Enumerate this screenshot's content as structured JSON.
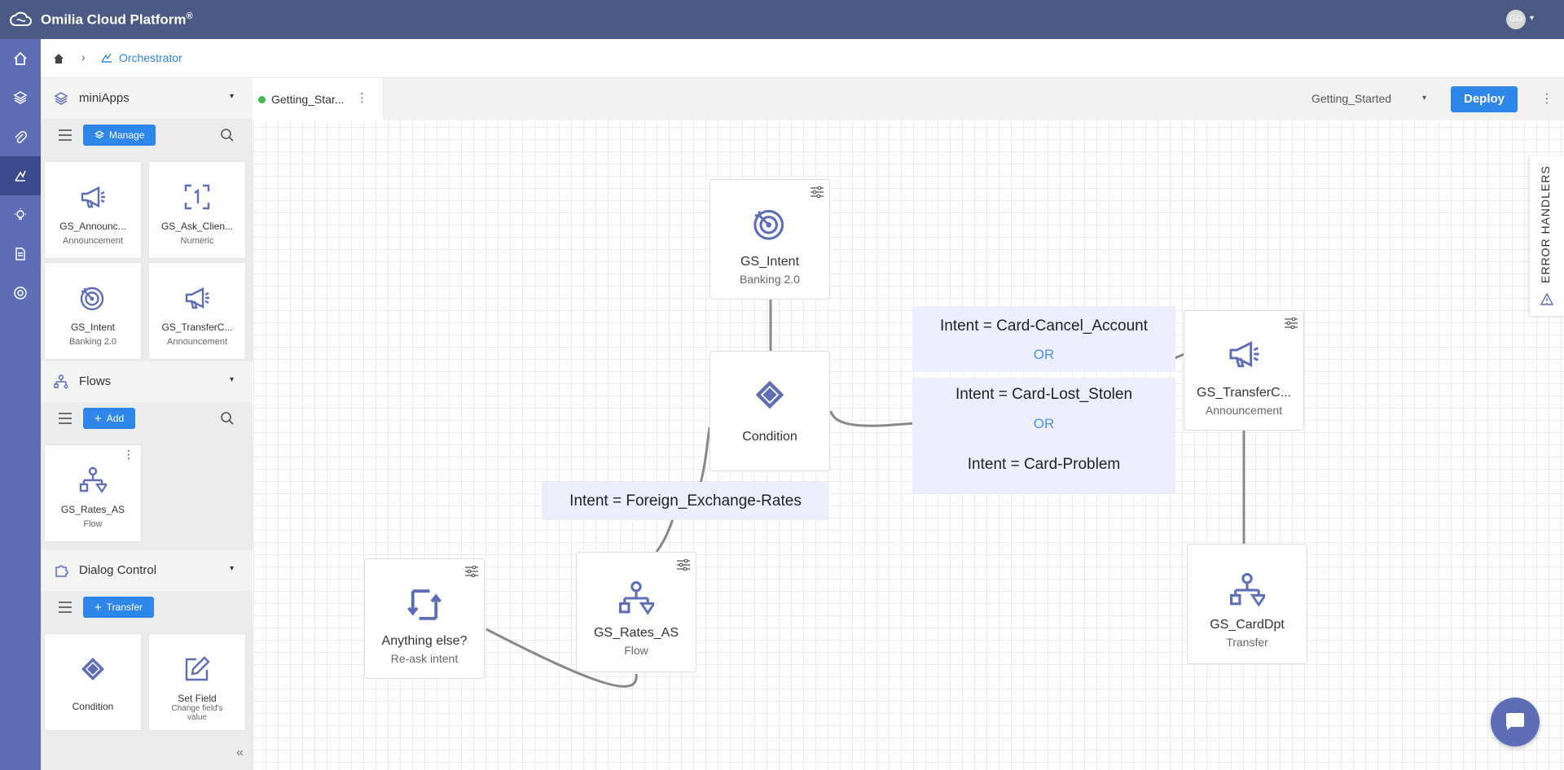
{
  "app": {
    "title": "Omilia Cloud Platform",
    "trademark": "®",
    "user_initials": "GO",
    "user_caret": "▾"
  },
  "breadcrumb": {
    "separator": "›",
    "current": "Orchestrator"
  },
  "rail": {
    "expand": "»"
  },
  "palette": {
    "collapse": "«",
    "miniapps": {
      "title": "miniApps",
      "caret": "▾",
      "button": "Manage",
      "tiles": [
        {
          "name": "GS_Announc...",
          "sub": "Announcement",
          "icon": "megaphone-icon"
        },
        {
          "name": "GS_Ask_Clien...",
          "sub": "Numeric",
          "icon": "numeric-icon"
        },
        {
          "name": "GS_Intent",
          "sub": "Banking 2.0",
          "icon": "target-icon"
        },
        {
          "name": "GS_TransferC...",
          "sub": "Announcement",
          "icon": "megaphone-icon"
        }
      ]
    },
    "flows": {
      "title": "Flows",
      "caret": "▾",
      "button": "Add",
      "tiles": [
        {
          "name": "GS_Rates_AS",
          "sub": "Flow",
          "icon": "flow-icon",
          "menu": "⋮"
        }
      ]
    },
    "dialog": {
      "title": "Dialog Control",
      "caret": "▾",
      "button": "Transfer",
      "tiles": [
        {
          "name": "Condition",
          "sub": "",
          "icon": "diamond-icon"
        },
        {
          "name": "Set Field",
          "sub": "Change field's value",
          "icon": "edit-icon"
        }
      ]
    }
  },
  "tabs": {
    "active": "Getting_Star...",
    "menu": "⋮"
  },
  "toolbar": {
    "flow_select": "Getting_Started",
    "flow_caret": "▾",
    "deploy": "Deploy",
    "menu": "⋮"
  },
  "error_handlers": {
    "label": "ERROR HANDLERS"
  },
  "nodes": {
    "intent": {
      "name": "GS_Intent",
      "sub": "Banking 2.0"
    },
    "condition": {
      "name": "Condition",
      "sub": ""
    },
    "transfer_ann": {
      "name": "GS_TransferC...",
      "sub": "Announcement"
    },
    "card_dpt": {
      "name": "GS_CardDpt",
      "sub": "Transfer"
    },
    "rates": {
      "name": "GS_Rates_AS",
      "sub": "Flow"
    },
    "anything": {
      "name": "Anything else?",
      "sub": "Re-ask intent"
    }
  },
  "conditions": {
    "card": {
      "line1": "Intent = Card-Cancel_Account",
      "or1": "OR",
      "line2": "Intent = Card-Lost_Stolen",
      "or2": "OR",
      "line3": "Intent = Card-Problem"
    },
    "fx": {
      "line1": "Intent = Foreign_Exchange-Rates"
    }
  },
  "colors": {
    "topbar": "#4b5a84",
    "rail": "#5d6eb7",
    "accent": "#2e87e8",
    "icon": "#5d6eb7",
    "label_bg": "#eceefb"
  }
}
